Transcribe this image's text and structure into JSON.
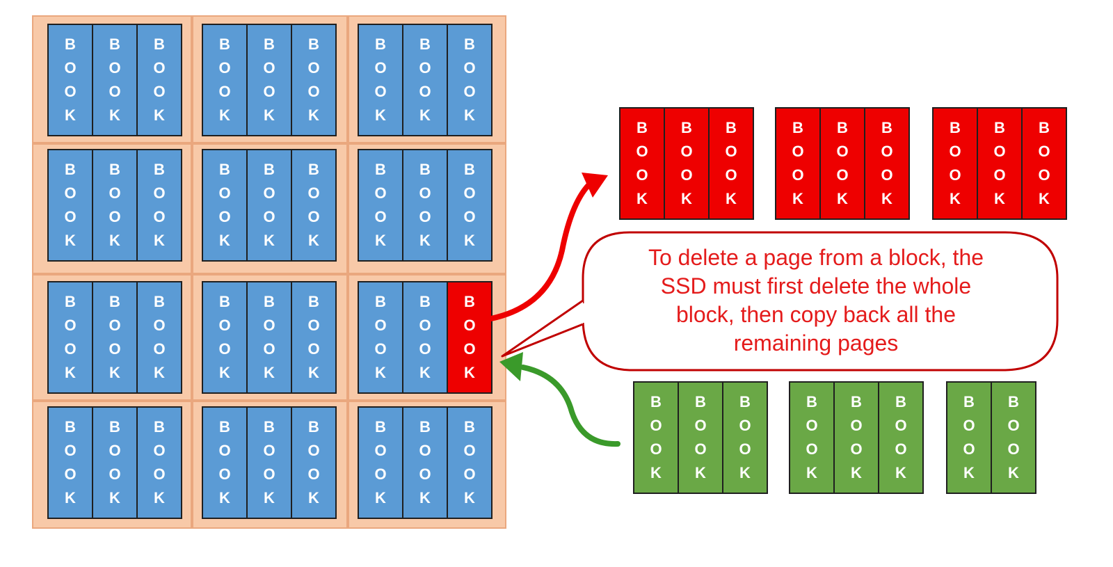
{
  "book_label": [
    "B",
    "O",
    "O",
    "K"
  ],
  "colors": {
    "shelf": "#f8c9a8",
    "shelf_border": "#eaa77e",
    "valid_page": "#5b9bd5",
    "deleted_page": "#ee0000",
    "copied_page": "#6aa846",
    "callout_text": "#e41b1b",
    "callout_border": "#c00000"
  },
  "shelf": {
    "rows": [
      [
        [
          "blue",
          "blue",
          "blue"
        ],
        [
          "blue",
          "blue",
          "blue"
        ],
        [
          "blue",
          "blue",
          "blue"
        ]
      ],
      [
        [
          "blue",
          "blue",
          "blue"
        ],
        [
          "blue",
          "blue",
          "blue"
        ],
        [
          "blue",
          "blue",
          "blue"
        ]
      ],
      [
        [
          "blue",
          "blue",
          "blue"
        ],
        [
          "blue",
          "blue",
          "blue"
        ],
        [
          "blue",
          "blue",
          "red"
        ]
      ],
      [
        [
          "blue",
          "blue",
          "blue"
        ],
        [
          "blue",
          "blue",
          "blue"
        ],
        [
          "blue",
          "blue",
          "blue"
        ]
      ]
    ]
  },
  "removed_groups": [
    3,
    3,
    3
  ],
  "returned_groups": [
    3,
    3,
    2
  ],
  "callout": {
    "lines": [
      "To delete a page from a block, the",
      "SSD must first delete the whole",
      "block, then copy back all the",
      "remaining pages"
    ]
  },
  "arrows": {
    "out": {
      "color": "#ee0000",
      "icon": "red-curved-arrow-icon"
    },
    "in": {
      "color": "#3a9a2a",
      "icon": "green-curved-arrow-icon"
    }
  }
}
